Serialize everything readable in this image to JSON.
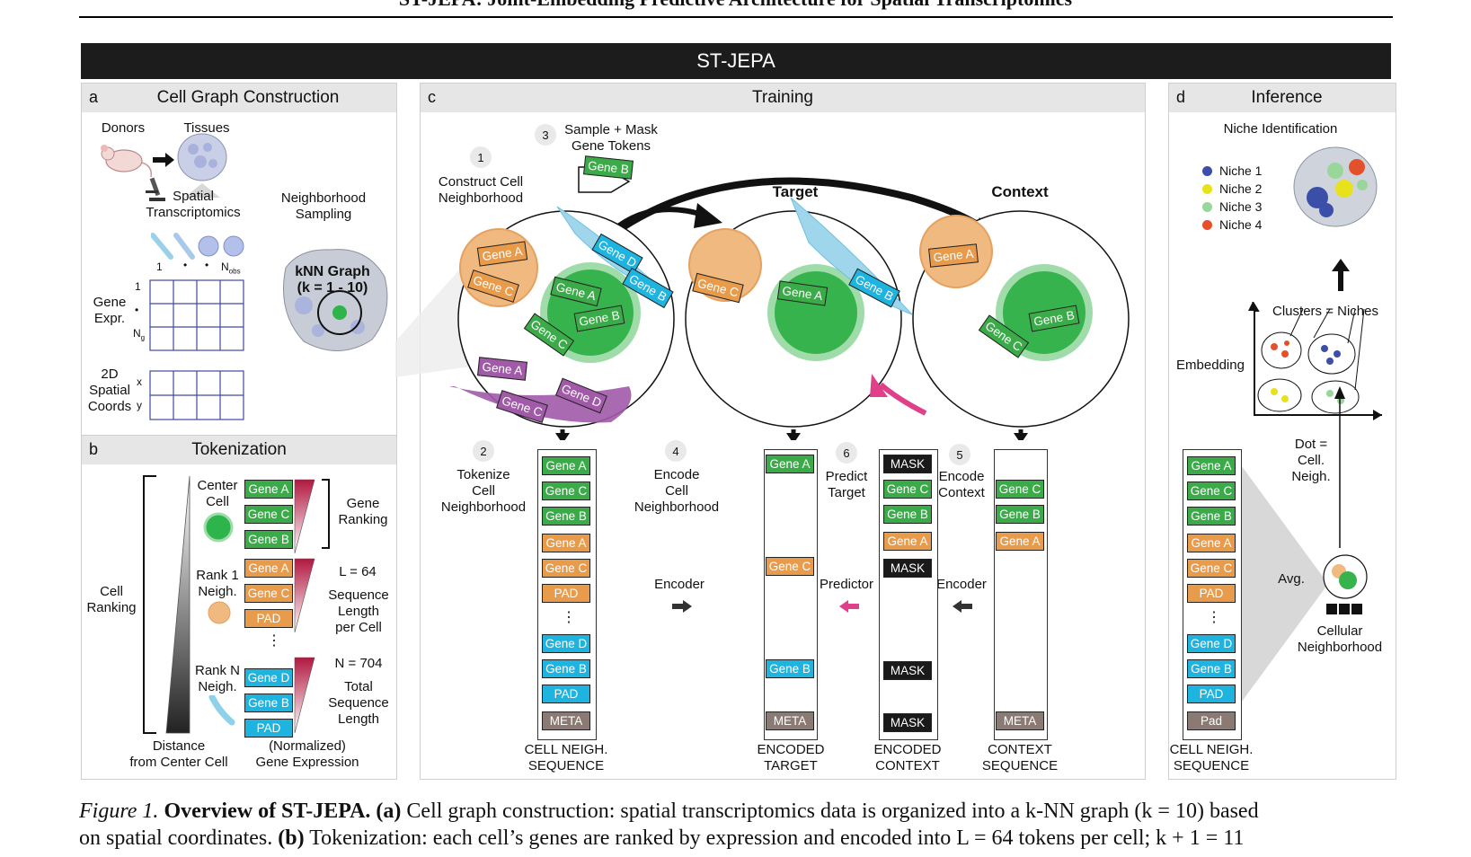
{
  "paper_title": "ST-JEPA: Joint-Embedding Predictive Architecture for Spatial Transcriptomics",
  "banner": "ST-JEPA",
  "panel_a": {
    "letter": "a",
    "title": "Cell Graph Construction",
    "donors": "Donors",
    "tissues": "Tissues",
    "spatial_tx": "Spatial\nTranscriptomics",
    "neighborhood_sampling": "Neighborhood\nSampling",
    "knn": "kNN Graph\n(k = 1 - 10)",
    "idx1": "1",
    "dot": "•",
    "nobs": "N",
    "nobs_sub": "obs",
    "gene_expr": "Gene\nExpr.",
    "row1": "1",
    "ng": "N",
    "ng_sub": "g",
    "spatial_coords": "2D\nSpatial\nCoords",
    "x": "x",
    "y": "y"
  },
  "panel_b": {
    "letter": "b",
    "title": "Tokenization",
    "center_cell": "Center\nCell",
    "rank1": "Rank 1\nNeigh.",
    "rankn": "Rank N\nNeigh.",
    "cell_ranking": "Cell\nRanking",
    "gene_ranking": "Gene\nRanking",
    "l64": "L = 64",
    "seq_len": "Sequence\nLength\nper Cell",
    "n704": "N = 704",
    "total_seq": "Total\nSequence\nLength",
    "distance": "Distance\nfrom Center Cell",
    "norm_expr": "(Normalized)\nGene Expression",
    "center_tokens": [
      "Gene A",
      "Gene C",
      "Gene B"
    ],
    "rank1_tokens": [
      "Gene A",
      "Gene C",
      "PAD"
    ],
    "rankn_tokens": [
      "Gene D",
      "Gene B",
      "PAD"
    ]
  },
  "panel_c": {
    "letter": "c",
    "title": "Training",
    "s1": "1",
    "s1_label": "Construct Cell\nNeighborhood",
    "s3": "3",
    "s3_label": "Sample + Mask\nGene Tokens",
    "s3_token": "Gene B",
    "target": "Target",
    "context": "Context",
    "s2": "2",
    "s2_label": "Tokenize\nCell\nNeighborhood",
    "s4": "4",
    "s4_label": "Encode\nCell\nNeighborhood",
    "encoder1": "Encoder",
    "s6": "6",
    "s6_label": "Predict\nTarget",
    "predictor": "Predictor",
    "s5": "5",
    "s5_label": "Encode\nContext",
    "encoder2": "Encoder",
    "cell_genes": {
      "o1": "Gene A",
      "o2": "Gene C",
      "cy1": "Gene D",
      "cy2": "Gene B",
      "g1": "Gene A",
      "g2": "Gene B",
      "g3": "Gene C",
      "p1": "Gene A",
      "p2": "Gene D",
      "p3": "Gene C"
    },
    "target_genes": {
      "o": "Gene C",
      "g": "Gene A",
      "c": "Gene B"
    },
    "context_genes": {
      "o": "Gene A",
      "g1": "Gene B",
      "g2": "Gene C"
    },
    "seq_neigh": [
      "Gene A",
      "Gene C",
      "Gene B",
      "Gene A",
      "Gene C",
      "PAD",
      "Gene D",
      "Gene B",
      "PAD",
      "META"
    ],
    "seq_target": [
      "Gene A",
      "Gene C",
      "Gene B",
      "META"
    ],
    "seq_enc_context": [
      "MASK",
      "Gene C",
      "Gene B",
      "Gene A",
      "MASK",
      "MASK",
      "MASK"
    ],
    "seq_context": [
      "Gene C",
      "Gene B",
      "Gene A",
      "META"
    ],
    "lbl_neigh": "CELL NEIGH.\nSEQUENCE",
    "lbl_target": "ENCODED\nTARGET",
    "lbl_enc_ctx": "ENCODED\nCONTEXT",
    "lbl_ctx": "CONTEXT\nSEQUENCE"
  },
  "panel_d": {
    "letter": "d",
    "title": "Inference",
    "niche_id": "Niche Identification",
    "niches": [
      "Niche 1",
      "Niche 2",
      "Niche 3",
      "Niche 4"
    ],
    "niche_colors": [
      "#3b4fa8",
      "#e8e21d",
      "#98d69a",
      "#e4502c"
    ],
    "clusters": "Clusters = Niches",
    "embedding": "Embedding",
    "dot": "Dot =\nCell.\nNeigh.",
    "avg": "Avg.",
    "cellular": "Cellular\nNeighborhood",
    "seq": [
      "Gene A",
      "Gene C",
      "Gene B",
      "Gene A",
      "Gene C",
      "PAD",
      "Gene D",
      "Gene B",
      "PAD",
      "Pad"
    ],
    "lbl_seq": "CELL NEIGH.\nSEQUENCE"
  },
  "caption": {
    "fig": "Figure 1.",
    "bold": "Overview of ST-JEPA. (a)",
    "t1": " Cell graph construction: spatial transcriptomics data is organized into a k-NN graph (k = 10) based",
    "l2b": "on spatial coordinates. ",
    "l2bb": "(b)",
    "l2": " Tokenization: each cell’s genes are ranked by expression and encoded into L = 64 tokens per cell; k + 1 = 11"
  }
}
